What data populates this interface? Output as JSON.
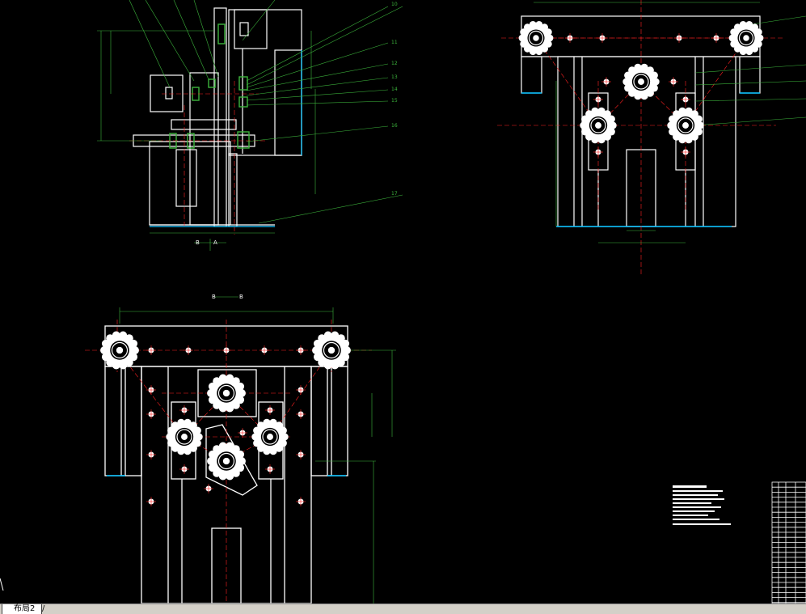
{
  "app": {
    "layout_tab": "布局2",
    "cursor_glyph": "\\"
  },
  "colors": {
    "background": "#000000",
    "outline": "#ffffff",
    "center_line": "#ff2020",
    "dimension": "#3cb43c",
    "hatch": "#00c0ff",
    "tab_bar": "#d4d0c8"
  },
  "top_left_view": {
    "leader_numbers": [
      "10",
      "11",
      "12",
      "13",
      "14",
      "15",
      "16",
      "17"
    ],
    "section_labels": [
      "B",
      "A"
    ]
  },
  "bottom_left_view": {
    "section_title_left": "B",
    "section_title_right": "B"
  },
  "icons": [
    "sprocket-icon",
    "crosshair-cursor-icon"
  ]
}
